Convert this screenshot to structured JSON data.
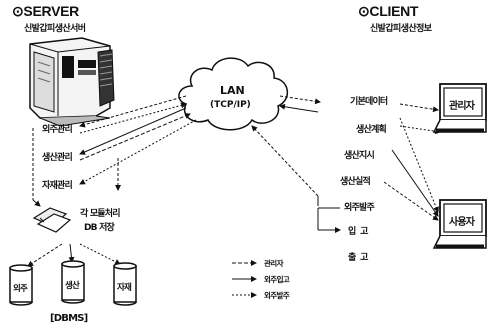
{
  "server": {
    "title": "⊙SERVER",
    "subtitle": "신발갑피생산서버",
    "modules": [
      "외주관리",
      "생산관리",
      "자재관리"
    ],
    "db_label_line1": "각 모듈처리",
    "db_label_line2": "DB 저장",
    "databases": [
      "외주",
      "생산",
      "자재"
    ],
    "dbms_label": "[DBMS]"
  },
  "client": {
    "title": "⊙CLIENT",
    "subtitle": "신발갑피생산정보",
    "functions": [
      "기본데이터",
      "생산계획",
      "생산지시",
      "생산실적",
      "외주발주",
      "입  고",
      "출  고"
    ],
    "terminals": [
      "관리자",
      "사용자"
    ]
  },
  "lan": {
    "line1": "LAN",
    "line2": "(TCP/IP)"
  },
  "legend": {
    "items": [
      "관리자",
      "외주입고",
      "외주발주"
    ]
  }
}
